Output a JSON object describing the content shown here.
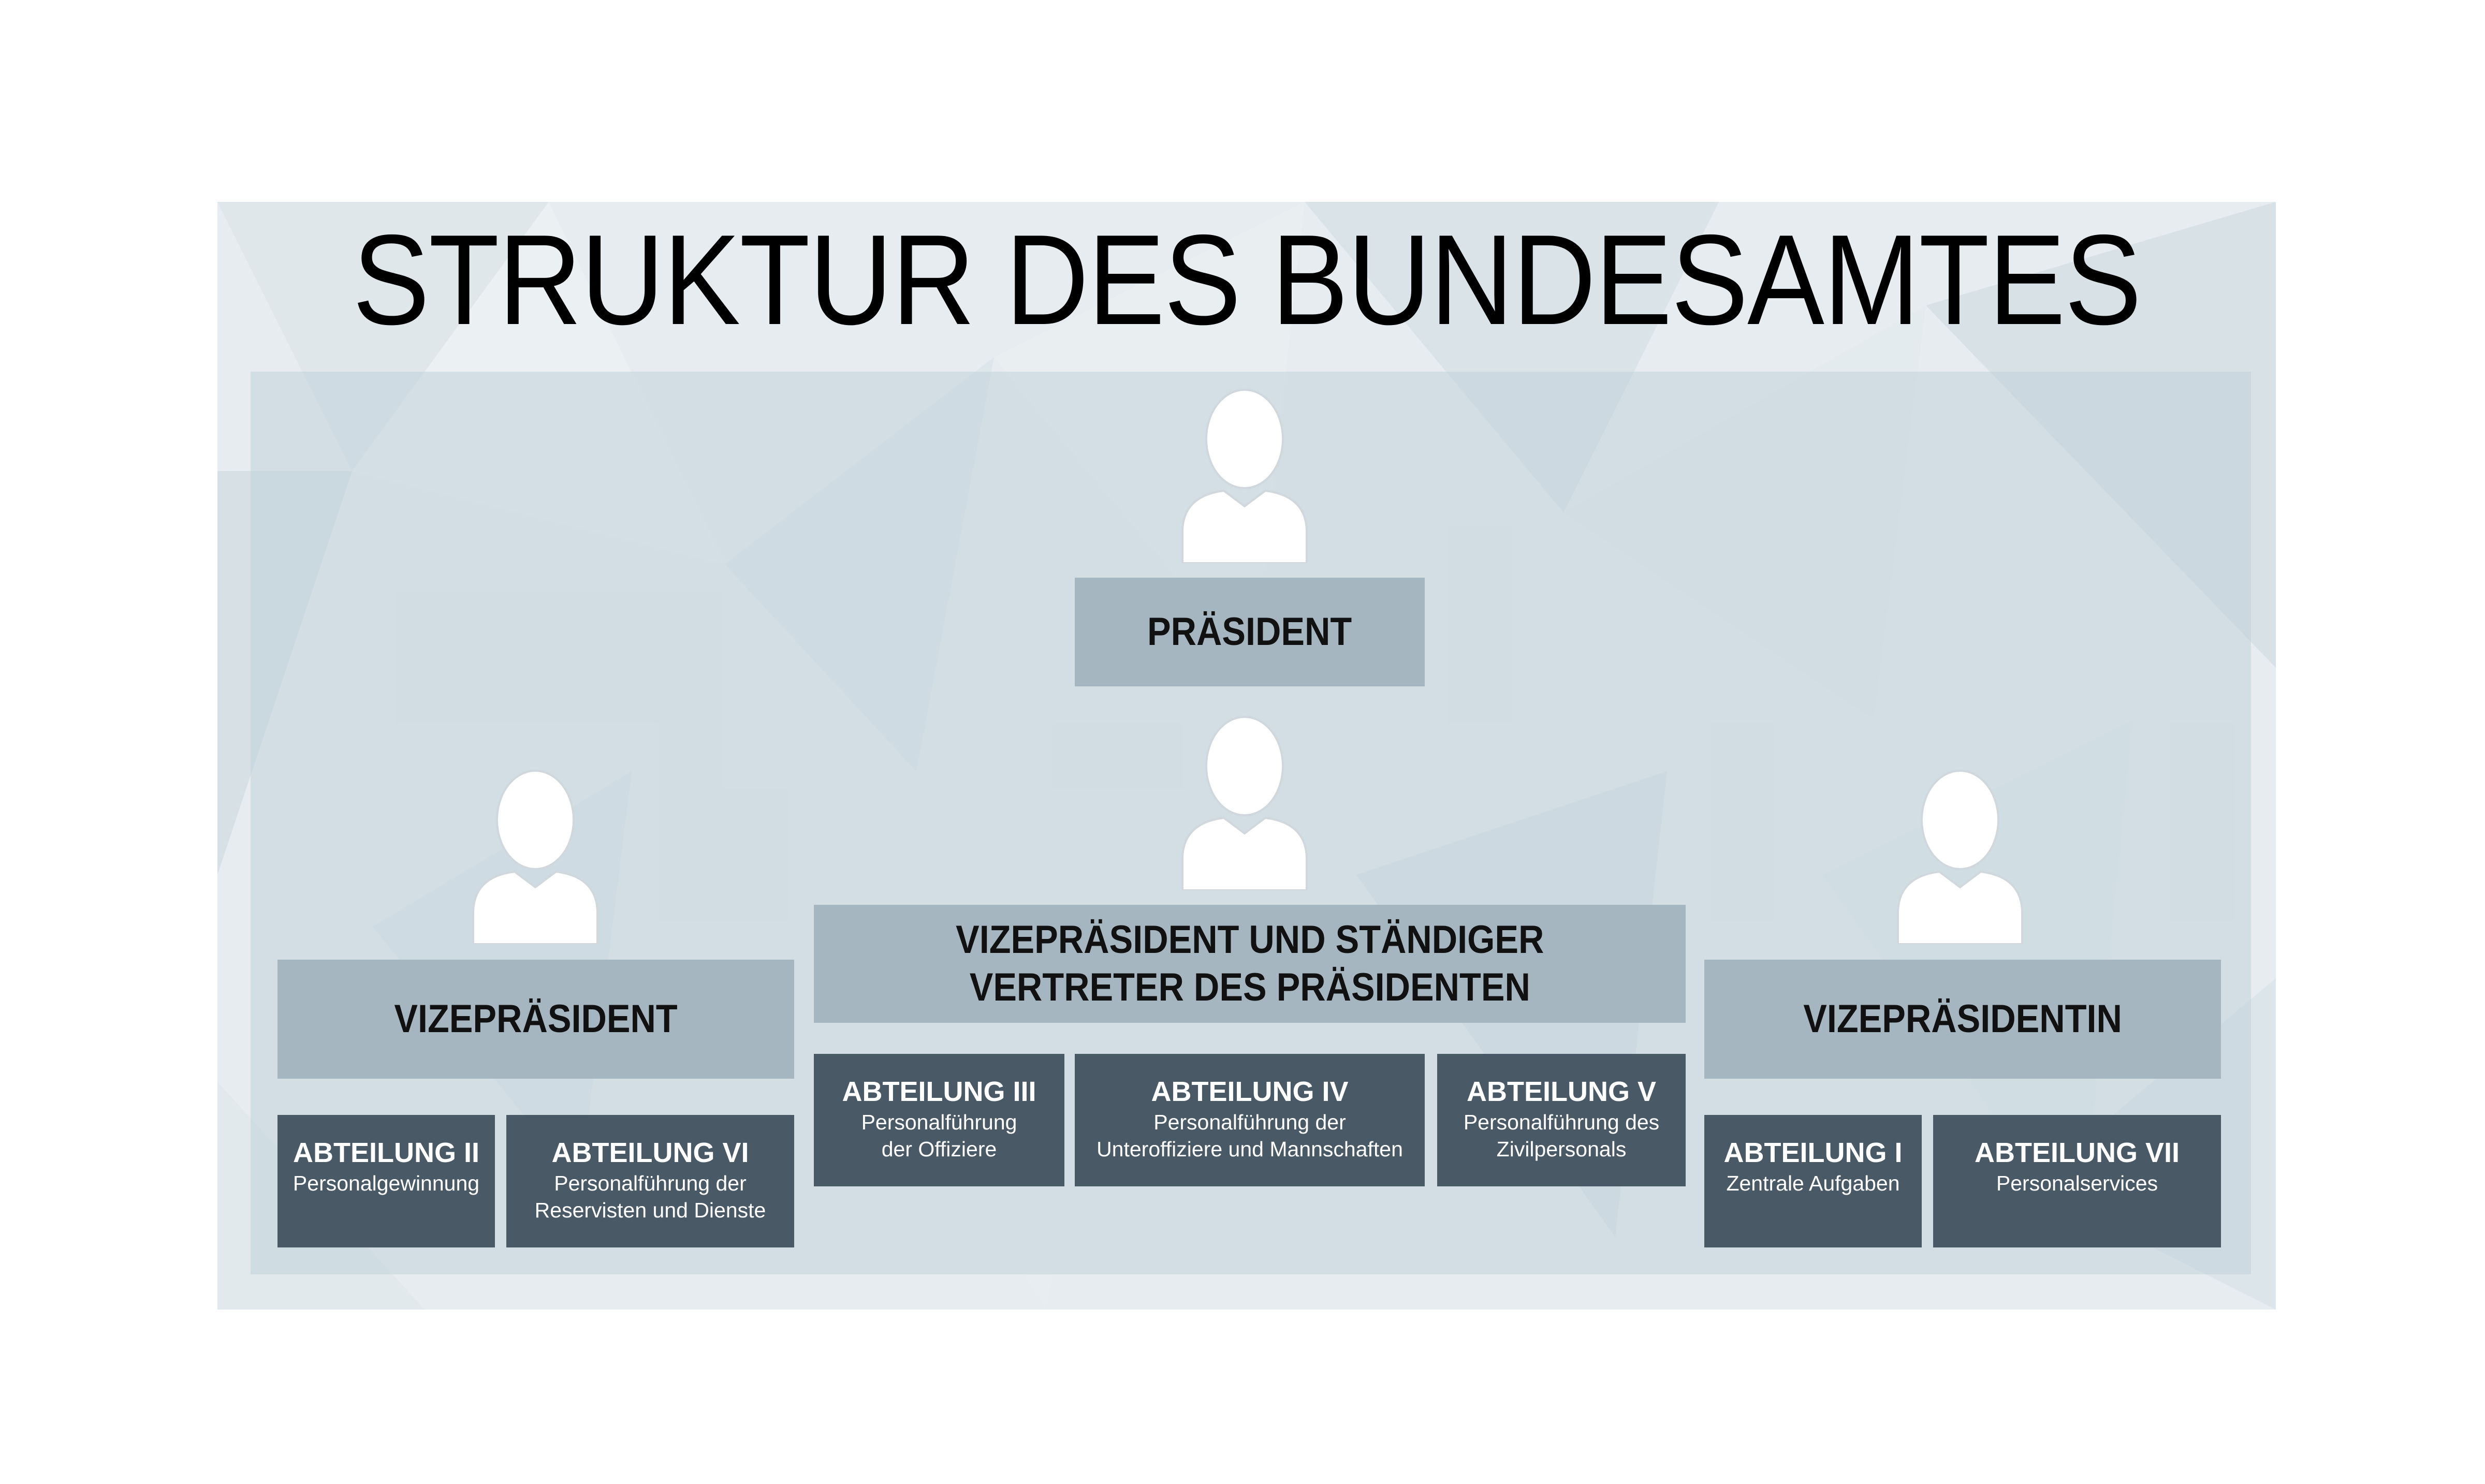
{
  "title": "STRUKTUR DES BUNDESAMTES",
  "colors": {
    "background": "#e6ecef",
    "inner_panel": "#c1d1da",
    "role_box": "#a6b6c1",
    "dept_box": "#495966",
    "dept_text": "#ffffff",
    "icon_fill": "#ffffff"
  },
  "icons": [
    "person-icon",
    "person-icon",
    "person-icon",
    "person-icon"
  ],
  "roles": {
    "president": "PRÄSIDENT",
    "vp_left": "VIZEPRÄSIDENT",
    "vp_center": "VIZEPRÄSIDENT UND STÄNDIGER\nVERTRETER DES PRÄSIDENTEN",
    "vp_right": "VIZEPRÄSIDENTIN"
  },
  "departments": {
    "abt2": {
      "name": "ABTEILUNG II",
      "desc": "Personalgewinnung"
    },
    "abt6": {
      "name": "ABTEILUNG VI",
      "desc": "Personalführung der\nReservisten und Dienste"
    },
    "abt3": {
      "name": "ABTEILUNG III",
      "desc": "Personalführung\nder Offiziere"
    },
    "abt4": {
      "name": "ABTEILUNG IV",
      "desc": "Personalführung der\nUnteroffiziere und Mannschaften"
    },
    "abt5": {
      "name": "ABTEILUNG V",
      "desc": "Personalführung des\nZivilpersonals"
    },
    "abt1": {
      "name": "ABTEILUNG I",
      "desc": "Zentrale Aufgaben"
    },
    "abt7": {
      "name": "ABTEILUNG VII",
      "desc": "Personalservices"
    }
  }
}
